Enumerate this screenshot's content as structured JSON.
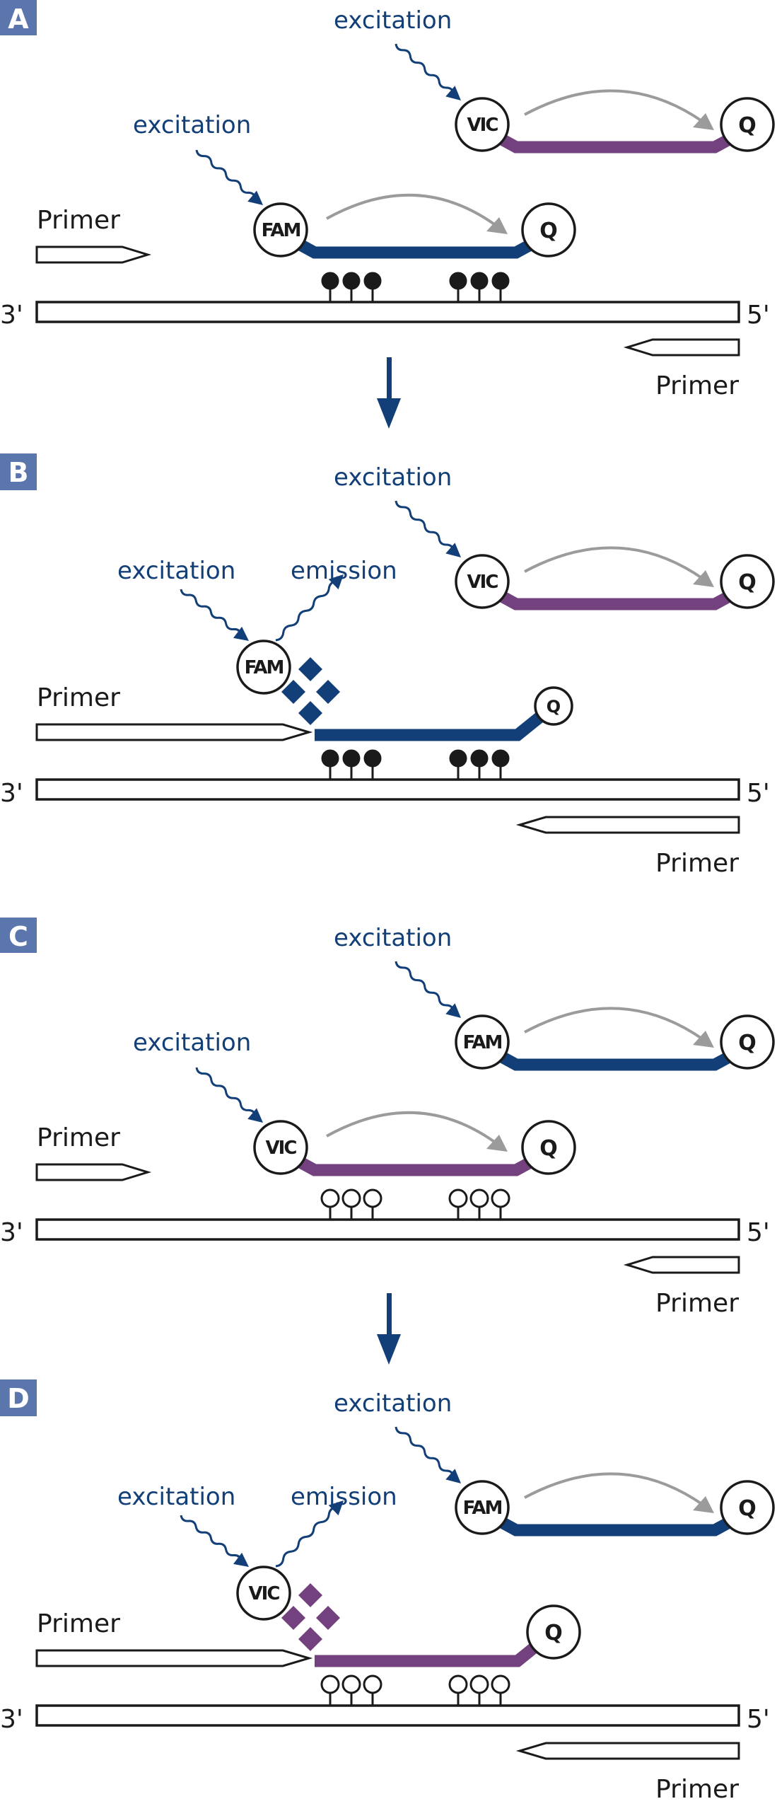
{
  "figure": {
    "description": "Dual-labeled TaqMan probe PCR allelic discrimination schematic",
    "colors": {
      "panel_label_bg": "#5b76ad",
      "fam_probe": "#123f78",
      "vic_probe": "#74417f",
      "arrow_navy": "#123f78",
      "fret_arrow": "#9b9b9b",
      "outline": "#1a1a1a"
    },
    "panels": [
      {
        "id": "A",
        "label": "A",
        "template_strand": {
          "left_end": "3'",
          "right_end": "5'"
        },
        "forward_primer": {
          "label": "Primer",
          "extended": false
        },
        "reverse_primer": {
          "label": "Primer",
          "extended": false
        },
        "unbound_probe": {
          "dye": "VIC",
          "quencher": "Q",
          "color_key": "vic_probe",
          "excitation_label": "excitation"
        },
        "bound_probe": {
          "dye": "FAM",
          "quencher": "Q",
          "color_key": "fam_probe",
          "excitation_label": "excitation",
          "cleaved": false,
          "match": "matched"
        },
        "flow_arrow_below": true
      },
      {
        "id": "B",
        "label": "B",
        "template_strand": {
          "left_end": "3'",
          "right_end": "5'"
        },
        "forward_primer": {
          "label": "Primer",
          "extended": true
        },
        "reverse_primer": {
          "label": "Primer",
          "extended": true
        },
        "unbound_probe": {
          "dye": "VIC",
          "quencher": "Q",
          "color_key": "vic_probe",
          "excitation_label": "excitation"
        },
        "bound_probe": {
          "dye": "FAM",
          "quencher": "Q",
          "color_key": "fam_probe",
          "excitation_label": "excitation",
          "emission_label": "emission",
          "cleaved": true,
          "match": "matched"
        },
        "flow_arrow_below": false
      },
      {
        "id": "C",
        "label": "C",
        "template_strand": {
          "left_end": "3'",
          "right_end": "5'"
        },
        "forward_primer": {
          "label": "Primer",
          "extended": false
        },
        "reverse_primer": {
          "label": "Primer",
          "extended": false
        },
        "unbound_probe": {
          "dye": "FAM",
          "quencher": "Q",
          "color_key": "fam_probe",
          "excitation_label": "excitation"
        },
        "bound_probe": {
          "dye": "VIC",
          "quencher": "Q",
          "color_key": "vic_probe",
          "excitation_label": "excitation",
          "cleaved": false,
          "match": "alternate"
        },
        "flow_arrow_below": true
      },
      {
        "id": "D",
        "label": "D",
        "template_strand": {
          "left_end": "3'",
          "right_end": "5'"
        },
        "forward_primer": {
          "label": "Primer",
          "extended": true
        },
        "reverse_primer": {
          "label": "Primer",
          "extended": true
        },
        "unbound_probe": {
          "dye": "FAM",
          "quencher": "Q",
          "color_key": "fam_probe",
          "excitation_label": "excitation"
        },
        "bound_probe": {
          "dye": "VIC",
          "quencher": "Q",
          "color_key": "vic_probe",
          "excitation_label": "excitation",
          "emission_label": "emission",
          "cleaved": true,
          "match": "alternate"
        },
        "flow_arrow_below": false
      }
    ]
  }
}
